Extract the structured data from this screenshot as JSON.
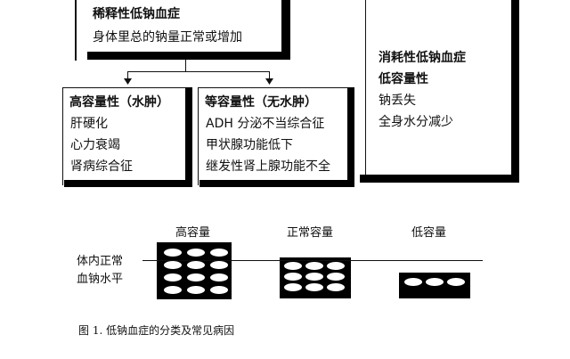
{
  "dilutional": {
    "title": "稀释性低钠血症",
    "subtitle": "身体里总的钠量正常或增加"
  },
  "hypervolemic": {
    "title": "高容量性（水肿）",
    "items": [
      "肝硬化",
      "心力衰竭",
      "肾病综合征"
    ]
  },
  "euvolemic": {
    "title": "等容量性（无水肿）",
    "items": [
      "ADH 分泌不当综合征",
      "甲状腺功能低下",
      "继发性肾上腺功能不全"
    ]
  },
  "depletional": {
    "title": "消耗性低钠血症",
    "subtitle": "低容量性",
    "items": [
      "钠丢失",
      "全身水分减少"
    ]
  },
  "volume_labels": {
    "high": "高容量",
    "normal": "正常容量",
    "low": "低容量"
  },
  "normal_level_label": [
    "体内正常",
    "血钠水平"
  ],
  "caption": "图 1. 低钠血症的分类及常见病因",
  "colors": {
    "ink": "#111111",
    "paper": "#ffffff"
  }
}
